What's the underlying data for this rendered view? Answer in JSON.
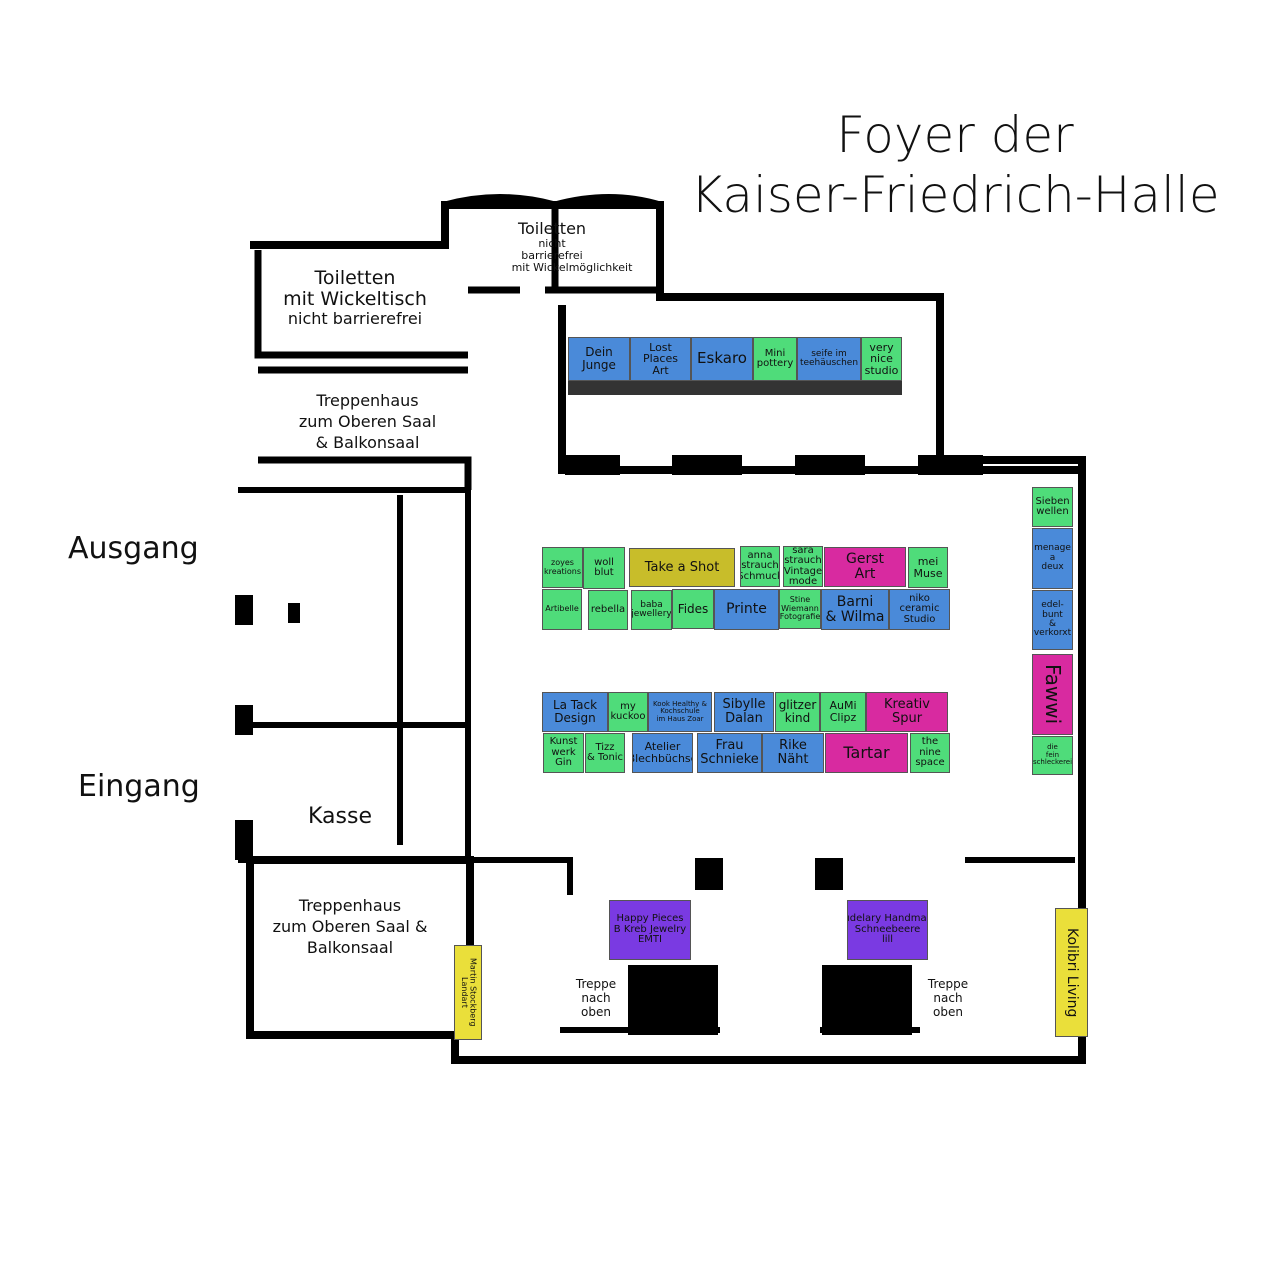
{
  "title": {
    "line1": "Foyer der",
    "line2": "Kaiser-Friedrich-Halle"
  },
  "colors": {
    "green": "#4fdc7a",
    "blue": "#4a8ad9",
    "pink": "#d82aa0",
    "olive": "#c8bd2a",
    "purple": "#7a3ae2",
    "yellow": "#eadf3a",
    "wall": "#000000"
  },
  "rooms": {
    "toilets_left": [
      "Toiletten",
      "mit Wickeltisch",
      "nicht barrierefrei"
    ],
    "toilets_top": [
      "Toiletten",
      "nicht",
      "barrierefrei",
      "mit Wickelmöglichkeit"
    ],
    "stairs_top": [
      "Treppenhaus",
      "zum Oberen Saal",
      "& Balkonsaal"
    ],
    "stairs_bottom": [
      "Treppenhaus",
      "zum Oberen Saal &",
      "Balkonsaal"
    ],
    "exit": "Ausgang",
    "entrance": "Eingang",
    "cashier": "Kasse",
    "stairs_up_left": [
      "Treppe",
      "nach",
      "oben"
    ],
    "stairs_up_right": [
      "Treppe",
      "nach",
      "oben"
    ]
  },
  "stalls": [
    {
      "lines": [
        "Dein",
        "Junge"
      ],
      "color": "blue"
    },
    {
      "lines": [
        "Lost",
        "Places",
        "Art"
      ],
      "color": "blue"
    },
    {
      "lines": [
        "Eskaro"
      ],
      "color": "blue"
    },
    {
      "lines": [
        "Mini",
        "pottery"
      ],
      "color": "green"
    },
    {
      "lines": [
        "seife im",
        "teehäuschen"
      ],
      "color": "blue"
    },
    {
      "lines": [
        "very",
        "nice",
        "studio"
      ],
      "color": "green"
    },
    {
      "lines": [
        "zoyes",
        "kreations"
      ],
      "color": "green"
    },
    {
      "lines": [
        "woll",
        "blut"
      ],
      "color": "green"
    },
    {
      "lines": [
        "Take a Shot"
      ],
      "color": "olive"
    },
    {
      "lines": [
        "anna",
        "strauch",
        "Schmuck"
      ],
      "color": "green"
    },
    {
      "lines": [
        "sara",
        "strauch",
        "Vintage",
        "mode"
      ],
      "color": "green"
    },
    {
      "lines": [
        "Gerst",
        "Art"
      ],
      "color": "pink"
    },
    {
      "lines": [
        "mei",
        "Muse"
      ],
      "color": "green"
    },
    {
      "lines": [
        "Artibelle"
      ],
      "color": "green"
    },
    {
      "lines": [
        "rebella"
      ],
      "color": "green"
    },
    {
      "lines": [
        "baba",
        "jewellery"
      ],
      "color": "green"
    },
    {
      "lines": [
        "Fides"
      ],
      "color": "green"
    },
    {
      "lines": [
        "Printe"
      ],
      "color": "blue"
    },
    {
      "lines": [
        "Stine",
        "Wiemann",
        "Fotografie"
      ],
      "color": "green"
    },
    {
      "lines": [
        "Barni",
        "& Wilma"
      ],
      "color": "blue"
    },
    {
      "lines": [
        "niko",
        "ceramic",
        "Studio"
      ],
      "color": "blue"
    },
    {
      "lines": [
        "La Tack",
        "Design"
      ],
      "color": "blue"
    },
    {
      "lines": [
        "my",
        "kuckoo"
      ],
      "color": "green"
    },
    {
      "lines": [
        "Kook Healthy &",
        "Kochschule",
        "im Haus Zoar"
      ],
      "color": "blue"
    },
    {
      "lines": [
        "Sibylle",
        "Dalan"
      ],
      "color": "blue"
    },
    {
      "lines": [
        "glitzer",
        "kind"
      ],
      "color": "green"
    },
    {
      "lines": [
        "AuMi",
        "Clipz"
      ],
      "color": "green"
    },
    {
      "lines": [
        "Kreativ",
        "Spur"
      ],
      "color": "pink"
    },
    {
      "lines": [
        "Kunst",
        "werk",
        "Gin"
      ],
      "color": "green"
    },
    {
      "lines": [
        "Tizz",
        "& Tonic"
      ],
      "color": "green"
    },
    {
      "lines": [
        "Atelier",
        "Blechbüchse"
      ],
      "color": "blue"
    },
    {
      "lines": [
        "Frau",
        "Schnieke"
      ],
      "color": "blue"
    },
    {
      "lines": [
        "Rike",
        "Näht"
      ],
      "color": "blue"
    },
    {
      "lines": [
        "Tartar"
      ],
      "color": "pink"
    },
    {
      "lines": [
        "the",
        "nine",
        "space"
      ],
      "color": "green"
    },
    {
      "lines": [
        "Sieben",
        "wellen"
      ],
      "color": "green"
    },
    {
      "lines": [
        "menage",
        "a",
        "deux"
      ],
      "color": "blue"
    },
    {
      "lines": [
        "edel-",
        "bunt",
        "&",
        "verkorxt"
      ],
      "color": "blue"
    },
    {
      "lines": [
        "Fawwi"
      ],
      "color": "pink"
    },
    {
      "lines": [
        "die",
        "fein",
        "schleckerei"
      ],
      "color": "green"
    },
    {
      "lines": [
        "Kolibri Living"
      ],
      "color": "yellow"
    },
    {
      "lines": [
        "Martin Stockberg",
        "Landart"
      ],
      "color": "yellow"
    },
    {
      "lines": [
        "Happy Pieces",
        "B Kreb Jewelry",
        "EMTI"
      ],
      "color": "purple"
    },
    {
      "lines": [
        "Hudelary  Handmade",
        "Schneebeere",
        "lill"
      ],
      "color": "purple"
    }
  ]
}
